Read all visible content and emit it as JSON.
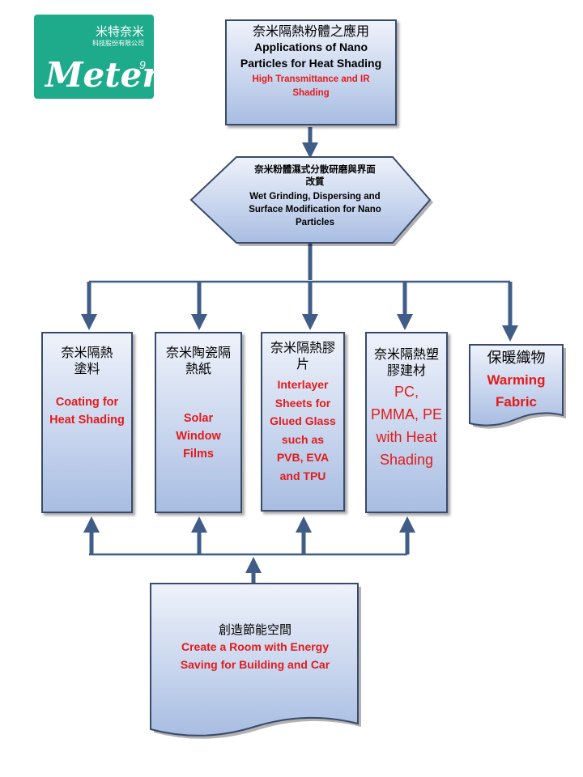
{
  "logo": {
    "chinese": "米特奈米",
    "subtitle": "科技股份有限公司",
    "brand": "Meter",
    "mark": "9"
  },
  "top": {
    "zh": "奈米隔熱粉體之應用",
    "en": "Applications of Nano Particles for Heat Shading",
    "red": "High Transmittance and IR Shading"
  },
  "process": {
    "zh": "奈米粉體濕式分散研磨與界面改質",
    "en": "Wet Grinding, Dispersing and Surface Modification for Nano Particles"
  },
  "products": [
    {
      "zh": "奈米隔熱塗料",
      "en": "Coating for Heat Shading"
    },
    {
      "zh": "奈米陶瓷隔熱紙",
      "en": "Solar Window Films"
    },
    {
      "zh": "奈米隔熱膠片",
      "en": "Interlayer Sheets for Glued Glass such as PVB, EVA and TPU"
    },
    {
      "zh": "奈米隔熱塑膠建材",
      "en": "PC, PMMA, PE with Heat Shading"
    }
  ],
  "fabric": {
    "zh": "保暖織物",
    "en": "Warming Fabric"
  },
  "bottom": {
    "zh": "創造節能空間",
    "en": "Create a Room with Energy Saving for Building and Car"
  },
  "colors": {
    "box_border": "#3a4a6b",
    "box_fill_top": "#eef2fa",
    "box_fill_bottom": "#a8bde2",
    "red_text": "#e31b1b",
    "logo_bg": "#1eab8b",
    "arrow": "#3f5d87"
  }
}
